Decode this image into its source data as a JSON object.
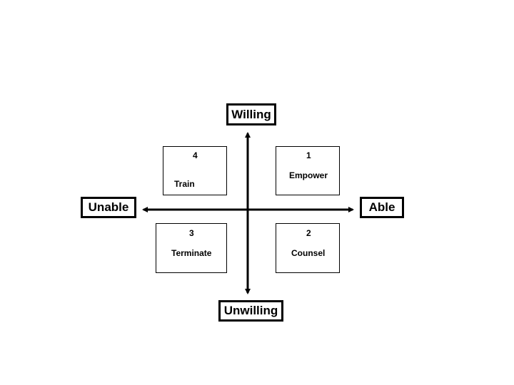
{
  "axes": {
    "top": "Willing",
    "bottom": "Unwilling",
    "left": "Unable",
    "right": "Able"
  },
  "quadrants": {
    "top_left": {
      "number": "4",
      "label": "Train"
    },
    "top_right": {
      "number": "1",
      "label": "Empower"
    },
    "bottom_left": {
      "number": "3",
      "label": "Terminate"
    },
    "bottom_right": {
      "number": "2",
      "label": "Counsel"
    }
  },
  "colors": {
    "stroke": "#000000",
    "background": "#ffffff"
  }
}
